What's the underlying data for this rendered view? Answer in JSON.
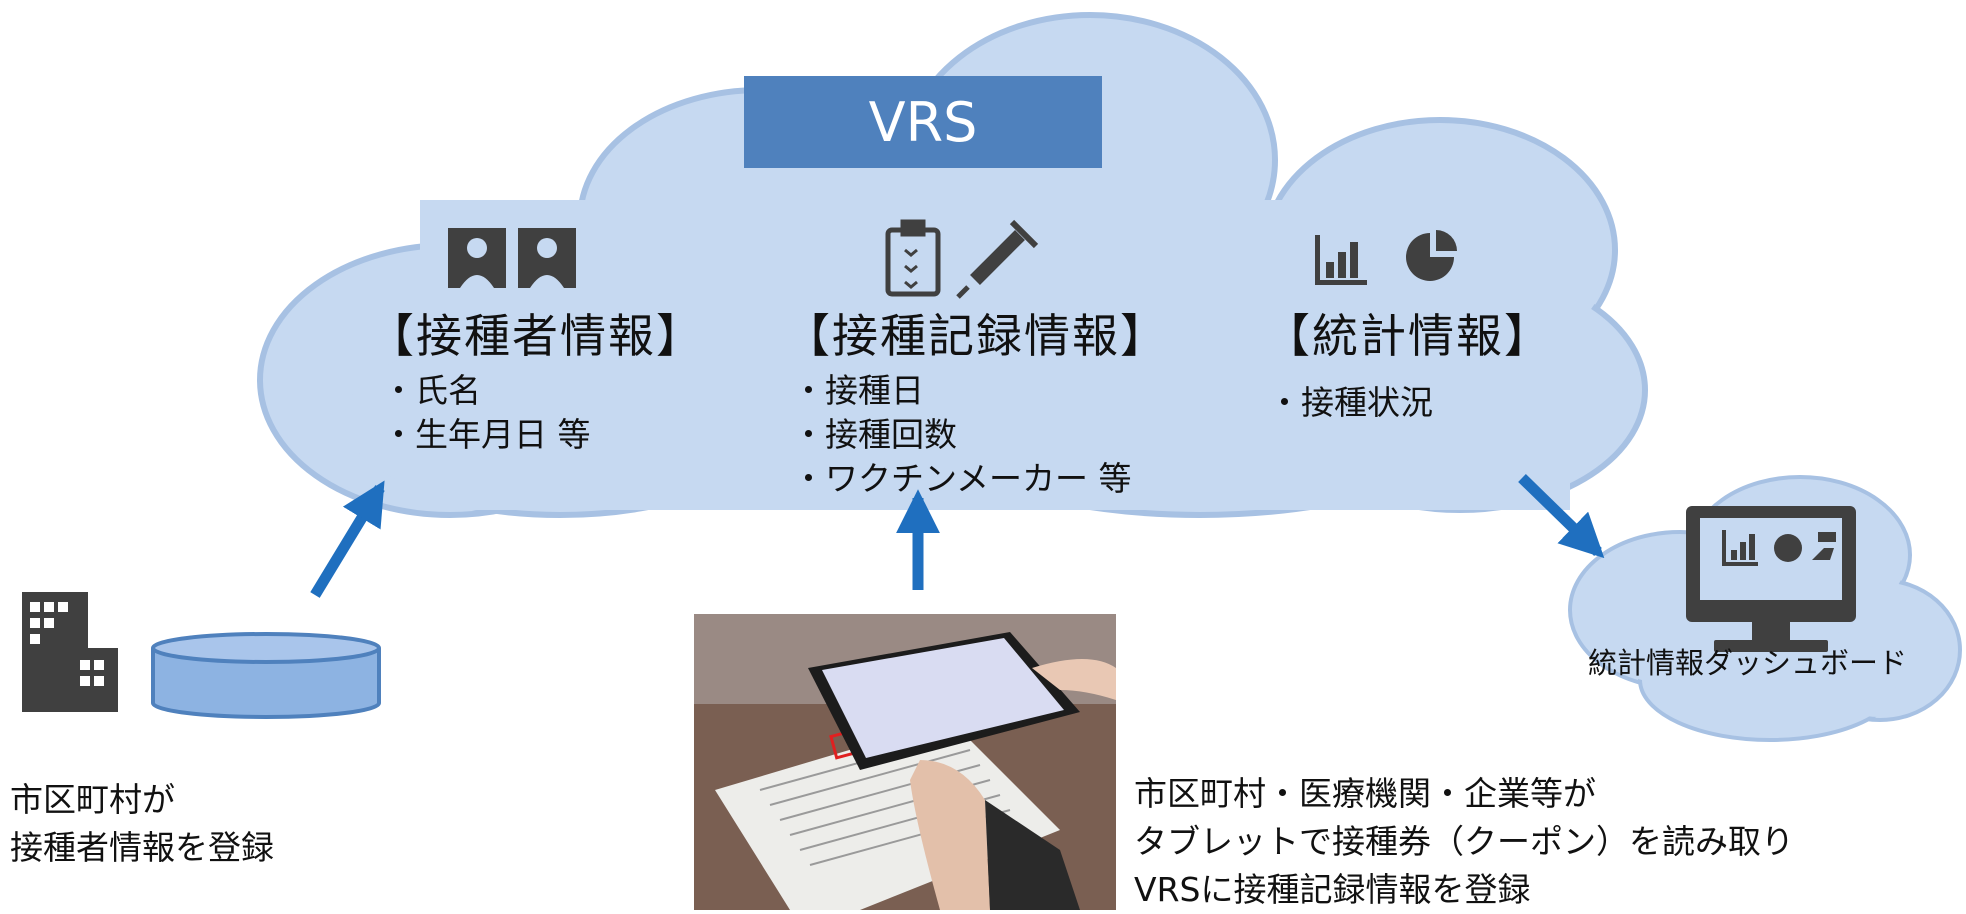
{
  "vrs_label": "VRS",
  "sections": [
    {
      "title": "【接種者情報】",
      "icon": "people-icon",
      "items": [
        "・氏名",
        "・生年月日 等"
      ]
    },
    {
      "title": "【接種記録情報】",
      "icon": "clipboard-syringe-icon",
      "items": [
        "・接種日",
        "・接種回数",
        "・ワクチンメーカー 等"
      ]
    },
    {
      "title": "【統計情報】",
      "icon": "bar-pie-chart-icon",
      "items": [
        "・接種状況"
      ]
    }
  ],
  "municipality_caption": [
    "市区町村が",
    "接種者情報を登録"
  ],
  "tablet_caption": [
    "市区町村・医療機関・企業等が",
    "タブレットで接種券（クーポン）を読み取り",
    "VRSに接種記録情報を登録"
  ],
  "dashboard_label": "統計情報ダッシュボード",
  "colors": {
    "cloud_fill": "#c6d9f1",
    "cloud_stroke": "#a7c1e3",
    "vrs_box": "#4f81bd",
    "arrow": "#1f6fbf",
    "icon": "#404040"
  }
}
